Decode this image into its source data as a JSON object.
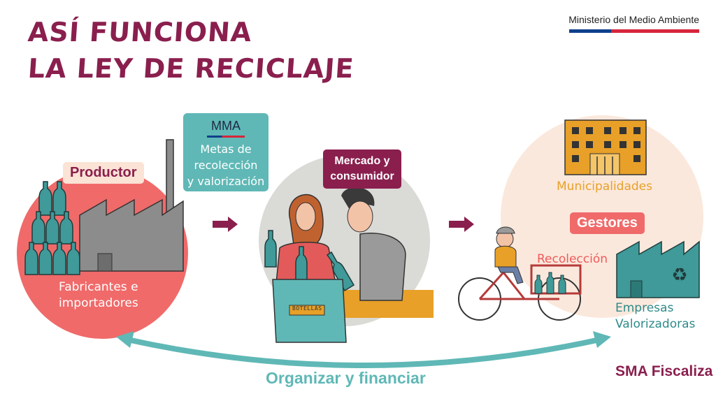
{
  "header": {
    "title_line1": "ASÍ FUNCIONA",
    "title_line2": "LA LEY DE RECICLAJE",
    "ministry": "Ministerio del Medio Ambiente"
  },
  "producer": {
    "label": "Productor",
    "caption_line1": "Fabricantes e",
    "caption_line2": "importadores"
  },
  "mma": {
    "abbr": "MMA",
    "line1": "Metas de",
    "line2": "recolección",
    "line3": "y valorización"
  },
  "consumer": {
    "label_line1": "Mercado y",
    "label_line2": "consumidor",
    "box_text": "BOTELLAS"
  },
  "gestores": {
    "label": "Gestores",
    "municipalidades": "Municipalidades",
    "recoleccion": "Recolección",
    "empresas_line1": "Empresas",
    "empresas_line2": "Valorizadoras"
  },
  "footer": {
    "organizar": "Organizar y financiar",
    "sma": "SMA Fiscaliza"
  },
  "colors": {
    "brand": "#8a1f4e",
    "teal": "#5fb8b6",
    "coral": "#f06a6a",
    "orange": "#e8a028"
  }
}
